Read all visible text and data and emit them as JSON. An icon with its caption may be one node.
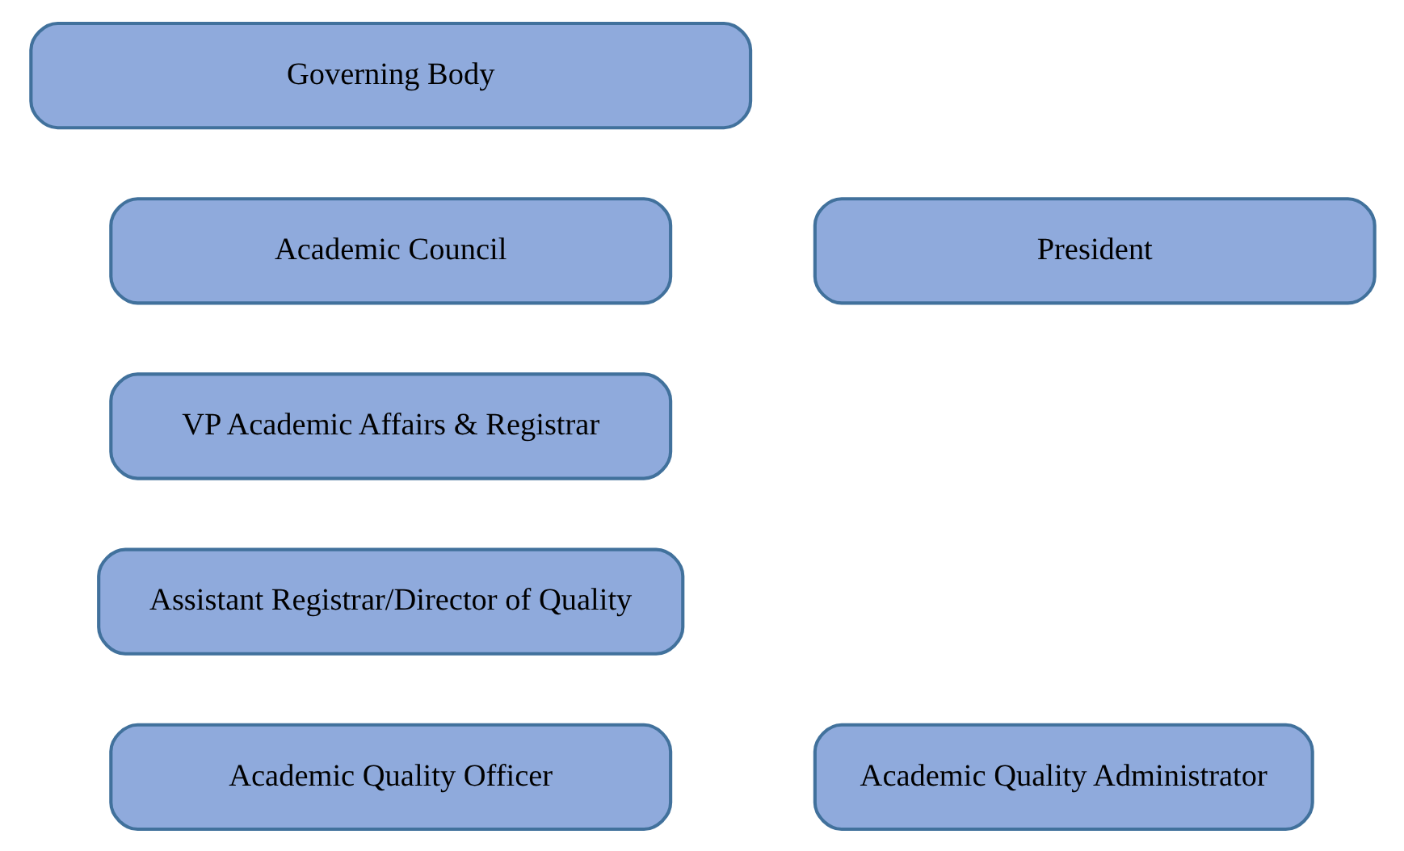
{
  "diagram": {
    "nodes": [
      {
        "text": [
          "Governing Body"
        ]
      },
      {
        "text": [
          "Academic Council"
        ]
      },
      {
        "text": [
          "President"
        ]
      },
      {
        "text": [
          "VP Academic Affairs & Registrar"
        ]
      },
      {
        "text": [
          "Assistant Registrar/Director of Quality"
        ]
      },
      {
        "text": [
          "Academic Quality Officer"
        ]
      },
      {
        "text": [
          "Academic Quality Administrator"
        ]
      }
    ],
    "edges": []
  }
}
